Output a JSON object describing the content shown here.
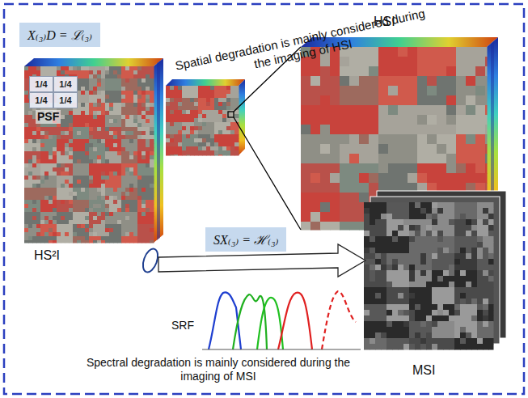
{
  "diagram": {
    "nodes": [
      {
        "text": [
          "X₍₃₎D = ℒ₍₃₎"
        ]
      },
      {
        "text": [
          "1/4"
        ]
      },
      {
        "text": [
          "1/4"
        ]
      },
      {
        "text": [
          "1/4"
        ]
      },
      {
        "text": [
          "1/4"
        ]
      },
      {
        "text": [
          "SX₍₃₎ = ℋ₍₃₎"
        ]
      }
    ],
    "labels": [
      "Spatial degradation is mainly considered during the imaging of HSI",
      "HSI",
      "PSF",
      "HS²I",
      "SRF",
      "Spectral degradation is mainly considered during the imaging of MSI",
      "MSI"
    ]
  }
}
